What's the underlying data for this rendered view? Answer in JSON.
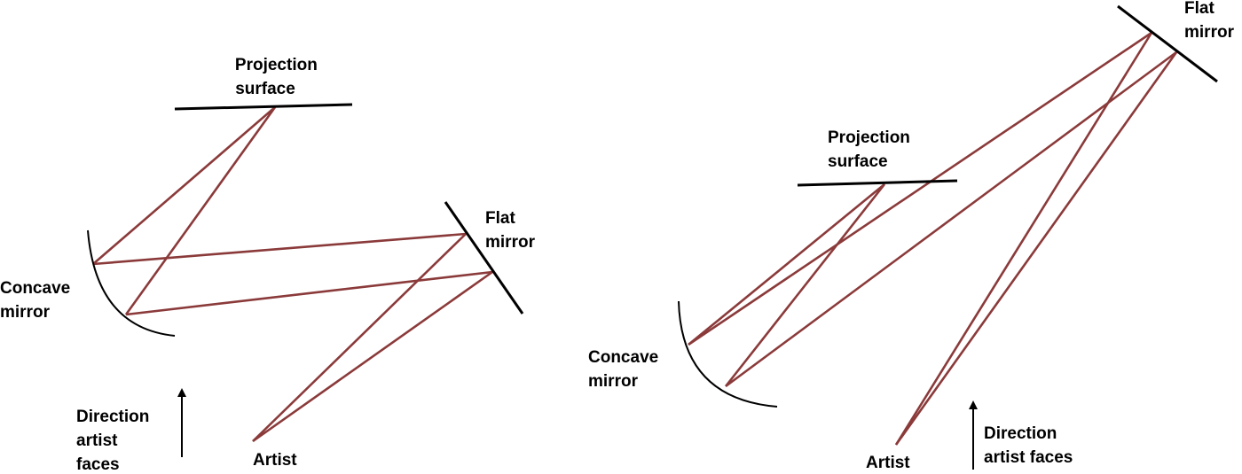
{
  "colors": {
    "ray": "#8b3a3a",
    "mirror": "#000000",
    "text": "#000000",
    "background": "#ffffff"
  },
  "left": {
    "projection_surface": [
      "Projection",
      "surface"
    ],
    "flat_mirror": [
      "Flat",
      "mirror"
    ],
    "concave_mirror": [
      "Concave",
      "mirror"
    ],
    "direction": [
      "Direction",
      "artist",
      "faces"
    ],
    "artist": "Artist"
  },
  "right": {
    "projection_surface": [
      "Projection",
      "surface"
    ],
    "flat_mirror": [
      "Flat",
      "mirror"
    ],
    "concave_mirror": [
      "Concave",
      "mirror"
    ],
    "direction": [
      "Direction",
      "artist faces"
    ],
    "artist": "Artist"
  }
}
